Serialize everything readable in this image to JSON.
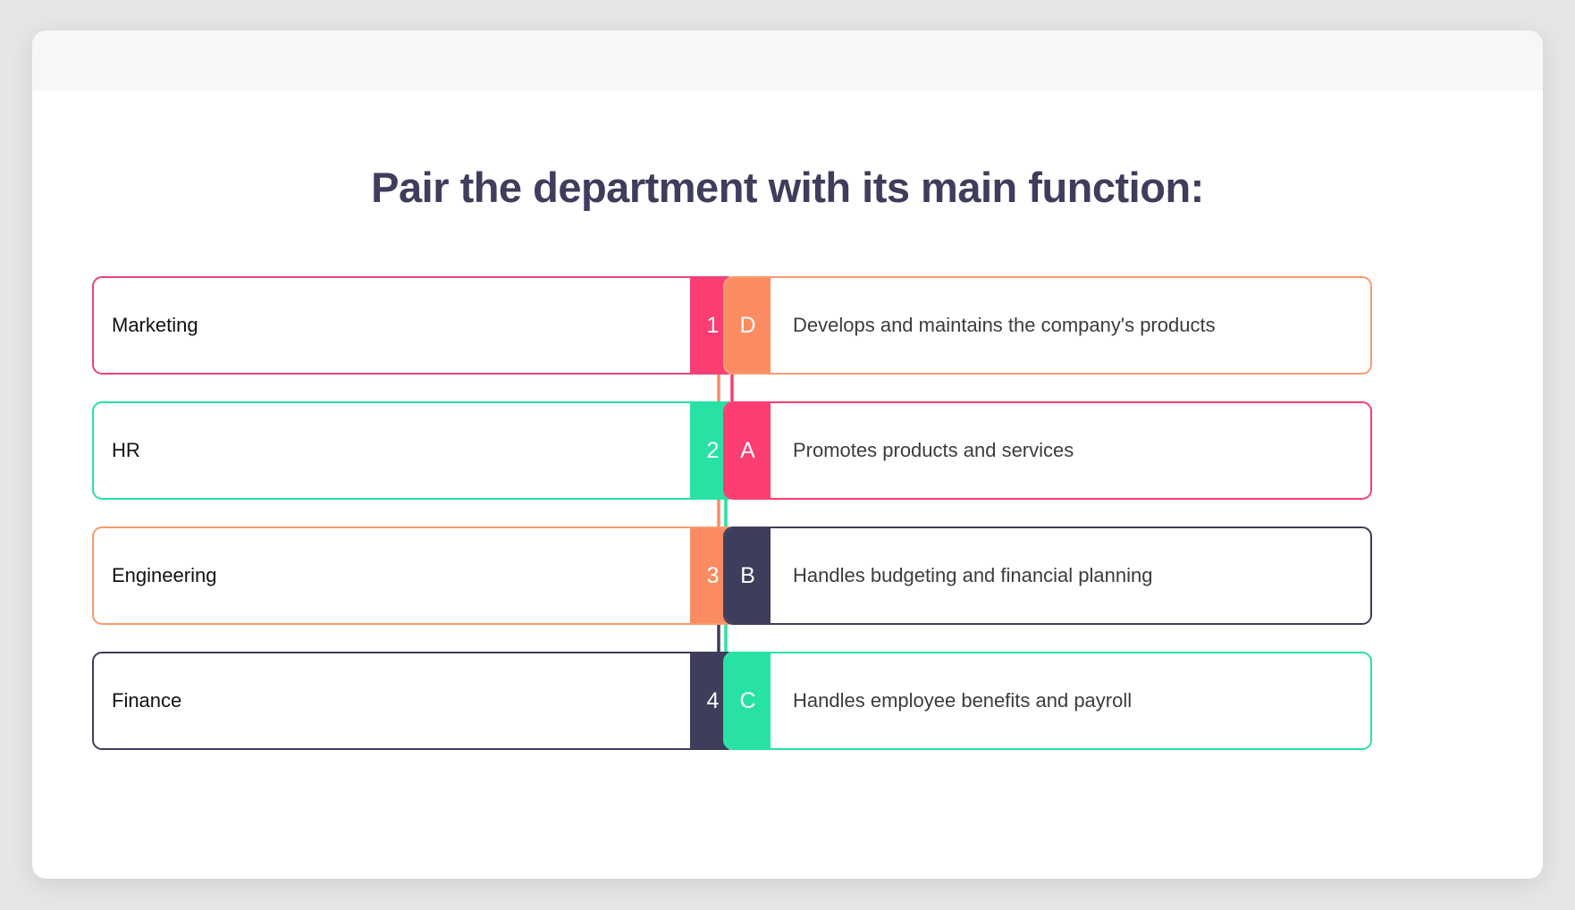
{
  "page": {
    "title": "Pair the department with its main function:"
  },
  "colors": {
    "pink": "#fb3d72",
    "green": "#27e2a4",
    "orange": "#fb8c62",
    "navy": "#3e3d5b",
    "page_background": "#e6e6e6",
    "card_background": "#ffffff",
    "header_bar": "#f7f7f8",
    "title_color": "#3e3d5b"
  },
  "left_column": {
    "items": [
      {
        "label": "Marketing",
        "badge": "1",
        "color": "pink"
      },
      {
        "label": "HR",
        "badge": "2",
        "color": "green"
      },
      {
        "label": "Engineering",
        "badge": "3",
        "color": "orange"
      },
      {
        "label": "Finance",
        "badge": "4",
        "color": "navy"
      }
    ]
  },
  "right_column": {
    "items": [
      {
        "label": "Develops and maintains the company's products",
        "badge": "D",
        "color": "orange"
      },
      {
        "label": "Promotes products and services",
        "badge": "A",
        "color": "pink"
      },
      {
        "label": "Handles budgeting and financial planning",
        "badge": "B",
        "color": "navy"
      },
      {
        "label": "Handles employee benefits and payroll",
        "badge": "C",
        "color": "green"
      }
    ]
  },
  "connections": [
    {
      "from": "1",
      "to": "A",
      "color": "pink"
    },
    {
      "from": "2",
      "to": "C",
      "color": "green"
    },
    {
      "from": "3",
      "to": "D",
      "color": "orange"
    },
    {
      "from": "4",
      "to": "B",
      "color": "navy"
    }
  ]
}
